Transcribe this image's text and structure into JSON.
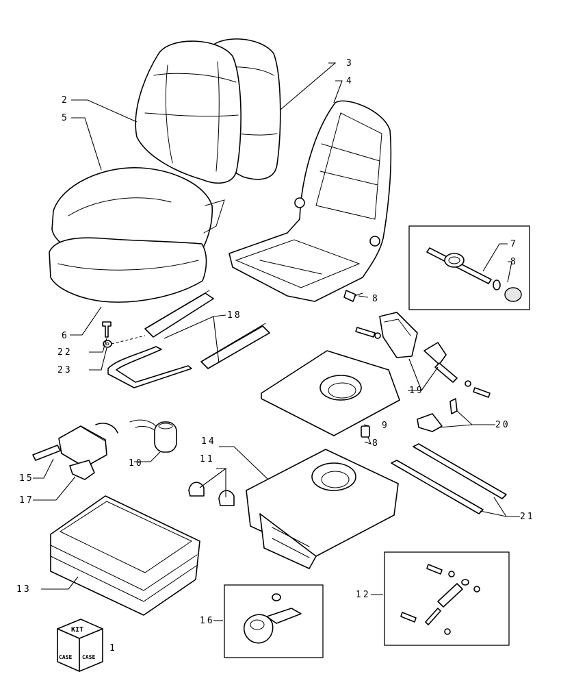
{
  "callouts": [
    {
      "id": "c1",
      "text": "1"
    },
    {
      "id": "c2",
      "text": "2"
    },
    {
      "id": "c3",
      "text": "3"
    },
    {
      "id": "c4",
      "text": "4"
    },
    {
      "id": "c5",
      "text": "5"
    },
    {
      "id": "c6",
      "text": "6"
    },
    {
      "id": "c7",
      "text": "7"
    },
    {
      "id": "c8a",
      "text": "8"
    },
    {
      "id": "c8b",
      "text": "8"
    },
    {
      "id": "c8c",
      "text": "8"
    },
    {
      "id": "c9",
      "text": "9"
    },
    {
      "id": "c10",
      "text": "10"
    },
    {
      "id": "c11",
      "text": "11"
    },
    {
      "id": "c12",
      "text": "12"
    },
    {
      "id": "c13",
      "text": "13"
    },
    {
      "id": "c14",
      "text": "14"
    },
    {
      "id": "c15",
      "text": "15"
    },
    {
      "id": "c16",
      "text": "16"
    },
    {
      "id": "c17",
      "text": "17"
    },
    {
      "id": "c18",
      "text": "18"
    },
    {
      "id": "c19",
      "text": "19"
    },
    {
      "id": "c20",
      "text": "20"
    },
    {
      "id": "c21",
      "text": "21"
    },
    {
      "id": "c22",
      "text": "22"
    },
    {
      "id": "c23",
      "text": "23"
    }
  ],
  "kit_box": {
    "top_label": "KIT",
    "side_labels": [
      "CASE",
      "CASE"
    ]
  }
}
